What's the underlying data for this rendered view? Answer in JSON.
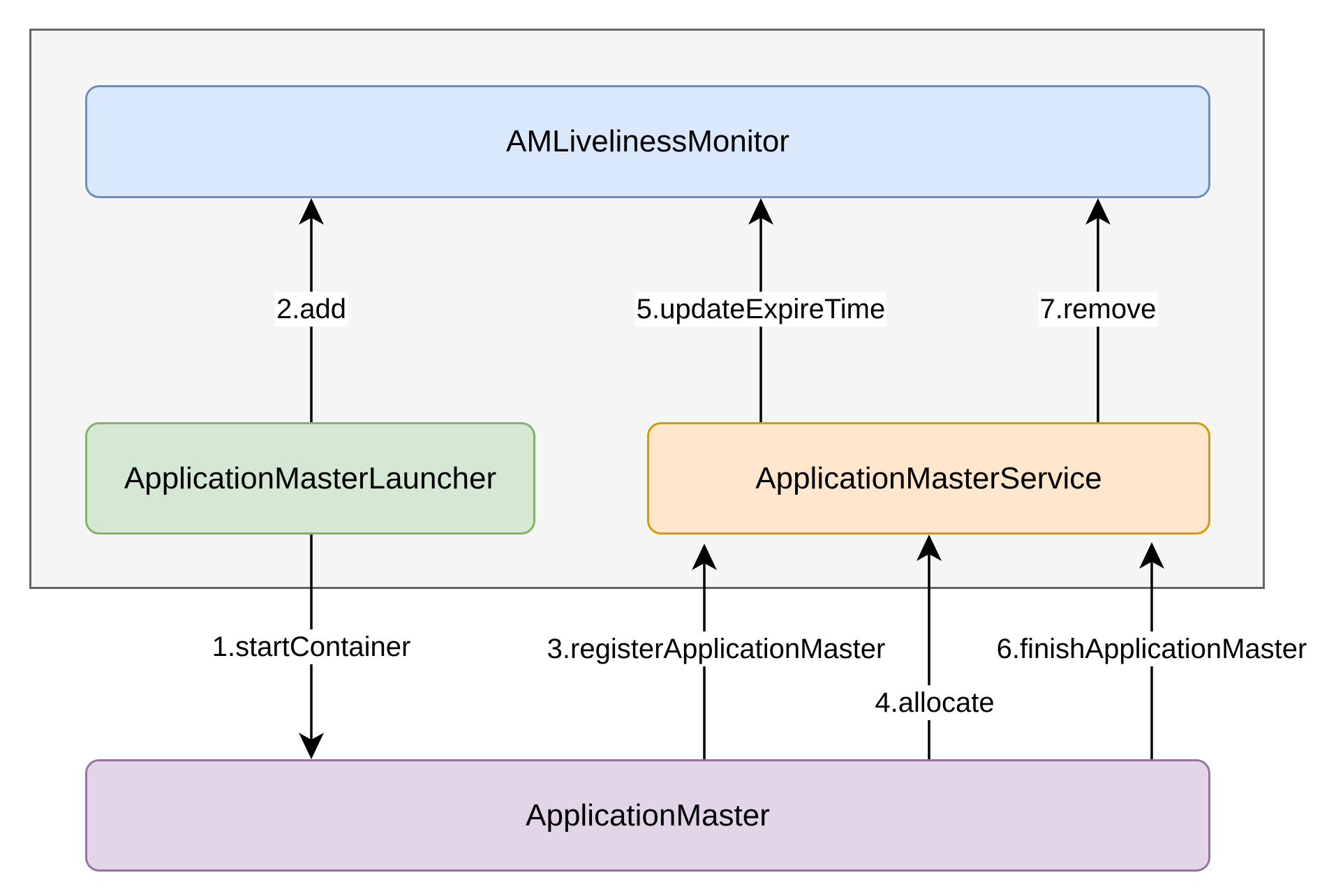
{
  "nodes": {
    "monitor": "AMLivelinessMonitor",
    "launcher": "ApplicationMasterLauncher",
    "service": "ApplicationMasterService",
    "app_master": "ApplicationMaster"
  },
  "edges": {
    "start_container": "1.startContainer",
    "add": "2.add",
    "register": "3.registerApplicationMaster",
    "allocate": "4.allocate",
    "update_expire": "5.updateExpireTime",
    "finish": "6.finishApplicationMaster",
    "remove": "7.remove"
  },
  "colors": {
    "container_fill": "#f5f5f5",
    "container_stroke": "#666666",
    "monitor_fill": "#dae8fc",
    "monitor_stroke": "#6c8ebf",
    "launcher_fill": "#d5e8d4",
    "launcher_stroke": "#82b366",
    "service_fill": "#ffe6cc",
    "service_stroke": "#d79b00",
    "app_master_fill": "#e1d5e7",
    "app_master_stroke": "#9673a6"
  }
}
